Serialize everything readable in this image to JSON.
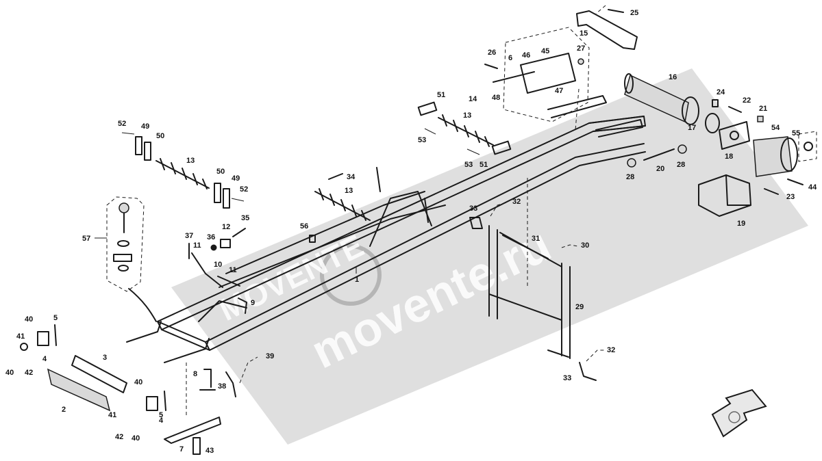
{
  "watermark": {
    "site": "movente.ru",
    "brand": "MOVENTE"
  },
  "part_labels": [
    "1",
    "2",
    "3",
    "4",
    "5",
    "6",
    "7",
    "8",
    "9",
    "10",
    "11",
    "12",
    "13",
    "14",
    "15",
    "16",
    "17",
    "18",
    "19",
    "20",
    "21",
    "22",
    "23",
    "24",
    "25",
    "26",
    "27",
    "28",
    "29",
    "30",
    "31",
    "32",
    "33",
    "34",
    "35",
    "36",
    "37",
    "38",
    "39",
    "40",
    "41",
    "42",
    "43",
    "44",
    "45",
    "46",
    "47",
    "48",
    "49",
    "50",
    "51",
    "52",
    "53",
    "54",
    "55",
    "56",
    "57"
  ],
  "icons": {
    "direction_arrow": "arrow-down-left-icon"
  },
  "colors": {
    "line": "#1a1a1a",
    "watermark": "#b9b9b9"
  }
}
